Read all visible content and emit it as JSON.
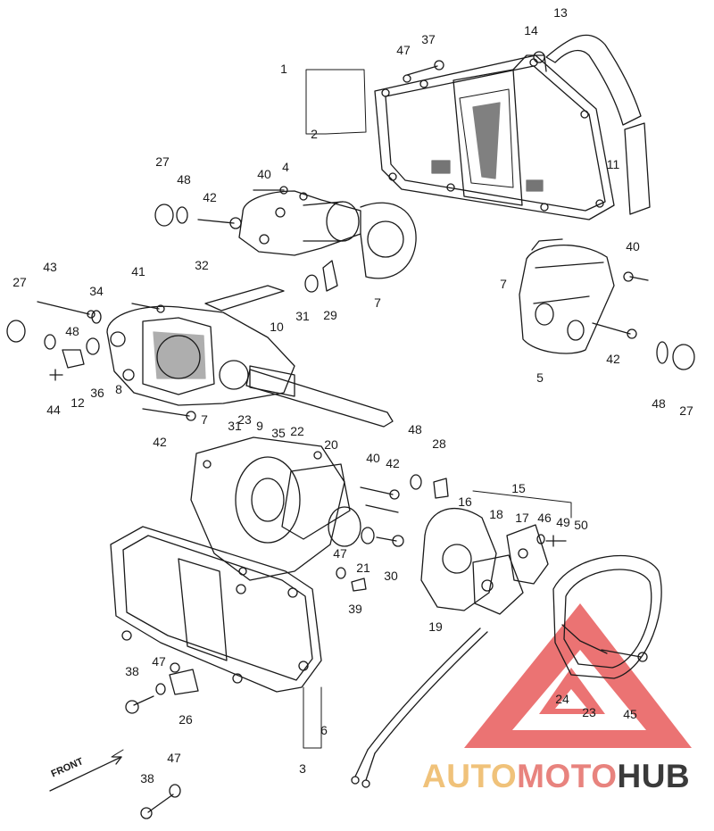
{
  "diagram": {
    "front_label": "FRONT",
    "watermark": {
      "part_a": "AUTO",
      "part_b": "MOTO",
      "part_c": "HUB",
      "colors": {
        "a": "#f0c27a",
        "b": "#e8837e",
        "c": "#3a3a3a",
        "triangle": "#e85a5a"
      }
    },
    "callouts": [
      {
        "id": "c1",
        "text": "1"
      },
      {
        "id": "c2",
        "text": "2"
      },
      {
        "id": "c37",
        "text": "37"
      },
      {
        "id": "c47a",
        "text": "47"
      },
      {
        "id": "c13",
        "text": "13"
      },
      {
        "id": "c14",
        "text": "14"
      },
      {
        "id": "c11",
        "text": "11"
      },
      {
        "id": "c27a",
        "text": "27"
      },
      {
        "id": "c48a",
        "text": "48"
      },
      {
        "id": "c40a",
        "text": "40"
      },
      {
        "id": "c4",
        "text": "4"
      },
      {
        "id": "c42a",
        "text": "42"
      },
      {
        "id": "c7a",
        "text": "7"
      },
      {
        "id": "c29",
        "text": "29"
      },
      {
        "id": "c31a",
        "text": "31"
      },
      {
        "id": "c43",
        "text": "43"
      },
      {
        "id": "c41",
        "text": "41"
      },
      {
        "id": "c32",
        "text": "32"
      },
      {
        "id": "c27b",
        "text": "27"
      },
      {
        "id": "c34",
        "text": "34"
      },
      {
        "id": "c10",
        "text": "10"
      },
      {
        "id": "c48b",
        "text": "48"
      },
      {
        "id": "c12",
        "text": "12"
      },
      {
        "id": "c36",
        "text": "36"
      },
      {
        "id": "c8",
        "text": "8"
      },
      {
        "id": "c44",
        "text": "44"
      },
      {
        "id": "c7b",
        "text": "7"
      },
      {
        "id": "c31b",
        "text": "31"
      },
      {
        "id": "c9",
        "text": "9"
      },
      {
        "id": "c42b",
        "text": "42"
      },
      {
        "id": "c40b",
        "text": "40"
      },
      {
        "id": "c7c",
        "text": "7"
      },
      {
        "id": "c42c",
        "text": "42"
      },
      {
        "id": "c5",
        "text": "5"
      },
      {
        "id": "c48c",
        "text": "48"
      },
      {
        "id": "c27c",
        "text": "27"
      },
      {
        "id": "c23a",
        "text": "23"
      },
      {
        "id": "c35",
        "text": "35"
      },
      {
        "id": "c22",
        "text": "22"
      },
      {
        "id": "c20",
        "text": "20"
      },
      {
        "id": "c48d",
        "text": "48"
      },
      {
        "id": "c28",
        "text": "28"
      },
      {
        "id": "c40c",
        "text": "40"
      },
      {
        "id": "c42d",
        "text": "42"
      },
      {
        "id": "c16",
        "text": "16"
      },
      {
        "id": "c15",
        "text": "15"
      },
      {
        "id": "c18",
        "text": "18"
      },
      {
        "id": "c17",
        "text": "17"
      },
      {
        "id": "c46",
        "text": "46"
      },
      {
        "id": "c49",
        "text": "49"
      },
      {
        "id": "c50",
        "text": "50"
      },
      {
        "id": "c47b",
        "text": "47"
      },
      {
        "id": "c21",
        "text": "21"
      },
      {
        "id": "c30",
        "text": "30"
      },
      {
        "id": "c39",
        "text": "39"
      },
      {
        "id": "c19",
        "text": "19"
      },
      {
        "id": "c38a",
        "text": "38"
      },
      {
        "id": "c47c",
        "text": "47"
      },
      {
        "id": "c26",
        "text": "26"
      },
      {
        "id": "c6",
        "text": "6"
      },
      {
        "id": "c3",
        "text": "3"
      },
      {
        "id": "c24",
        "text": "24"
      },
      {
        "id": "c23b",
        "text": "23"
      },
      {
        "id": "c45",
        "text": "45"
      },
      {
        "id": "c38b",
        "text": "38"
      },
      {
        "id": "c47d",
        "text": "47"
      }
    ]
  }
}
